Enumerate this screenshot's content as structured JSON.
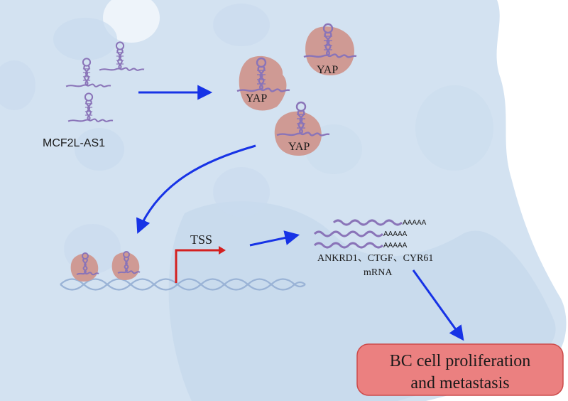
{
  "labels": {
    "lncrna": "MCF2L-AS1",
    "yap_1": "YAP",
    "yap_2": "YAP",
    "yap_3": "YAP",
    "tss": "TSS",
    "polya_1": "AAAAA",
    "polya_2": "AAAAA",
    "polya_3": "AAAAA",
    "targets": "ANKRD1、CTGF、CYR61",
    "mrna": "mRNA",
    "outcome_line1": "BC cell proliferation",
    "outcome_line2": "and metastasis"
  },
  "colors": {
    "cell_fill": "#d3e2f1",
    "cell_shadow": "#c7d9ec",
    "rna": "#8a74b8",
    "protein": "#cf9a94",
    "arrow": "#1733e6",
    "tss_arrow": "#d42020",
    "dna": "#9ab3d6",
    "outcome_fill": "#eb8080",
    "outcome_stroke": "#cc4a4a"
  }
}
